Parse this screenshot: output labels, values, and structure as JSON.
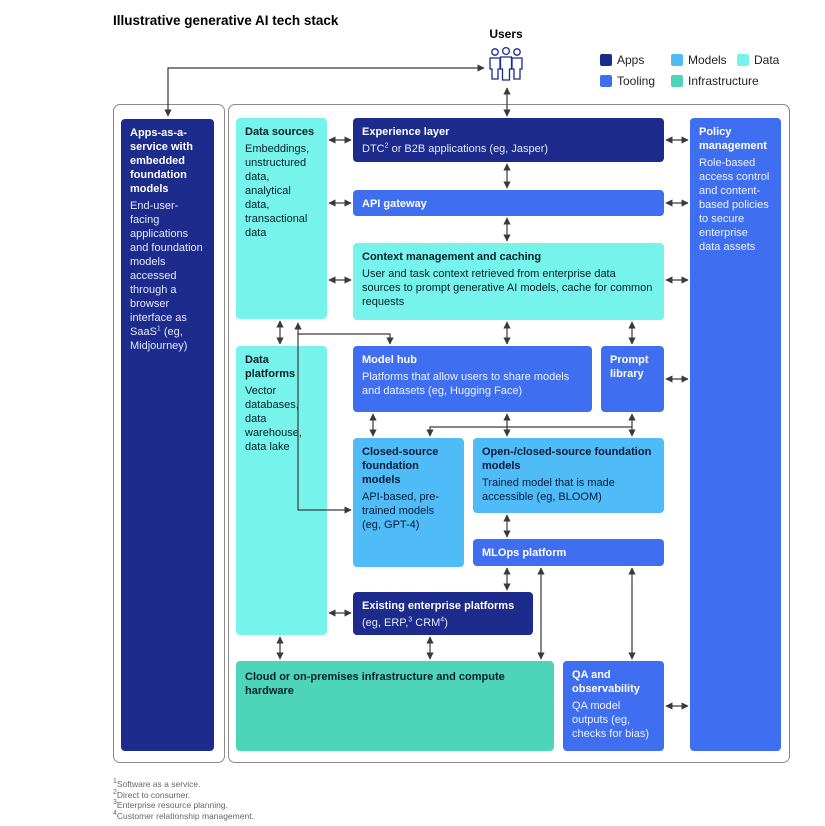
{
  "title": "Illustrative generative AI tech stack",
  "users": {
    "label": "Users"
  },
  "legend": [
    {
      "label": "Apps",
      "color": "#1c2b8c"
    },
    {
      "label": "Models",
      "color": "#4fbcf7"
    },
    {
      "label": "Data",
      "color": "#76f3ea"
    },
    {
      "label": "Tooling",
      "color": "#3f6ff0"
    },
    {
      "label": "Infrastructure",
      "color": "#4ed4b8"
    }
  ],
  "boxes": {
    "saas": {
      "title": "Apps-as-a-service with embedded foundation models",
      "desc_a": "End-user-facing applications and foundation models accessed through a browser interface as SaaS",
      "sup": "1",
      "desc_b": " (eg, Midjourney)"
    },
    "data_sources": {
      "title": "Data sources",
      "desc": "Embeddings, unstructured data, analytical data, transactional data"
    },
    "experience": {
      "title": "Experience layer",
      "desc_a": "DTC",
      "sup": "2",
      "desc_b": " or B2B applications (eg, Jasper)"
    },
    "api": {
      "title": "API gateway"
    },
    "context": {
      "title": "Context management and caching",
      "desc": "User and task context retrieved from enterprise data sources to prompt generative AI models, cache for common requests"
    },
    "policy": {
      "title": "Policy management",
      "desc": "Role-based access control and content-based policies to secure enterprise data assets"
    },
    "data_platforms": {
      "title": "Data platforms",
      "desc": "Vector databases, data warehouse, data lake"
    },
    "model_hub": {
      "title": "Model hub",
      "desc": "Platforms that allow users to share models and datasets (eg, Hugging Face)"
    },
    "prompt_library": {
      "title": "Prompt library"
    },
    "closed_source": {
      "title": "Closed-source foundation models",
      "desc": "API-based, pre-trained models (eg, GPT-4)"
    },
    "open_closed": {
      "title": "Open-/closed-source foundation models",
      "desc": "Trained model that is made accessible (eg, BLOOM)"
    },
    "mlops": {
      "title": "MLOps platform"
    },
    "enterprise": {
      "title": "Existing enterprise platforms",
      "desc_a": "(eg, ERP,",
      "sup3": "3",
      "desc_b": " CRM",
      "sup4": "4",
      "desc_c": ")"
    },
    "cloud": {
      "title": "Cloud or on-premises infrastructure and compute hardware"
    },
    "qa": {
      "title": "QA and observability",
      "desc": "QA model outputs (eg, checks for bias)"
    }
  },
  "footnotes": [
    {
      "num": "1",
      "text": "Software as a service."
    },
    {
      "num": "2",
      "text": "Direct to consumer."
    },
    {
      "num": "3",
      "text": "Enterprise resource planning."
    },
    {
      "num": "4",
      "text": "Customer relationship management."
    }
  ]
}
